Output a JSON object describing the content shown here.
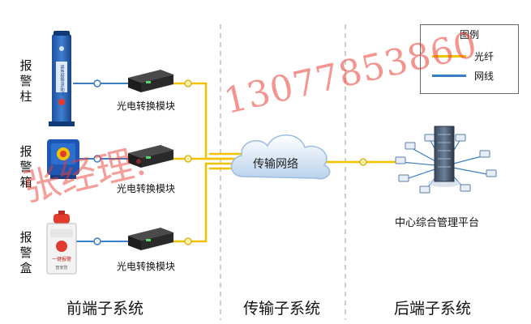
{
  "legend": {
    "title": "图例",
    "items": [
      {
        "label": "光纤",
        "color": "#f2c200"
      },
      {
        "label": "网线",
        "color": "#3a7fc4"
      }
    ]
  },
  "devices": [
    {
      "label": "报警柱",
      "module": "光电转换模块"
    },
    {
      "label": "报警箱",
      "module": "光电转换模块"
    },
    {
      "label": "报警盒",
      "module": "光电转换模块"
    }
  ],
  "device_text": {
    "pillar_sign": "紧急报警求助点",
    "box_button": "一键报警",
    "box_brand": "智安防"
  },
  "network": {
    "label": "传输网络"
  },
  "platform": {
    "label": "中心综合管理平台"
  },
  "sections": [
    "前端子系统",
    "传输子系统",
    "后端子系统"
  ],
  "watermark": {
    "phone": "13077853860",
    "name": "张经理:"
  },
  "colors": {
    "fiber": "#f2c200",
    "ethernet": "#3a7fc4",
    "divider": "#cfcfcf"
  }
}
